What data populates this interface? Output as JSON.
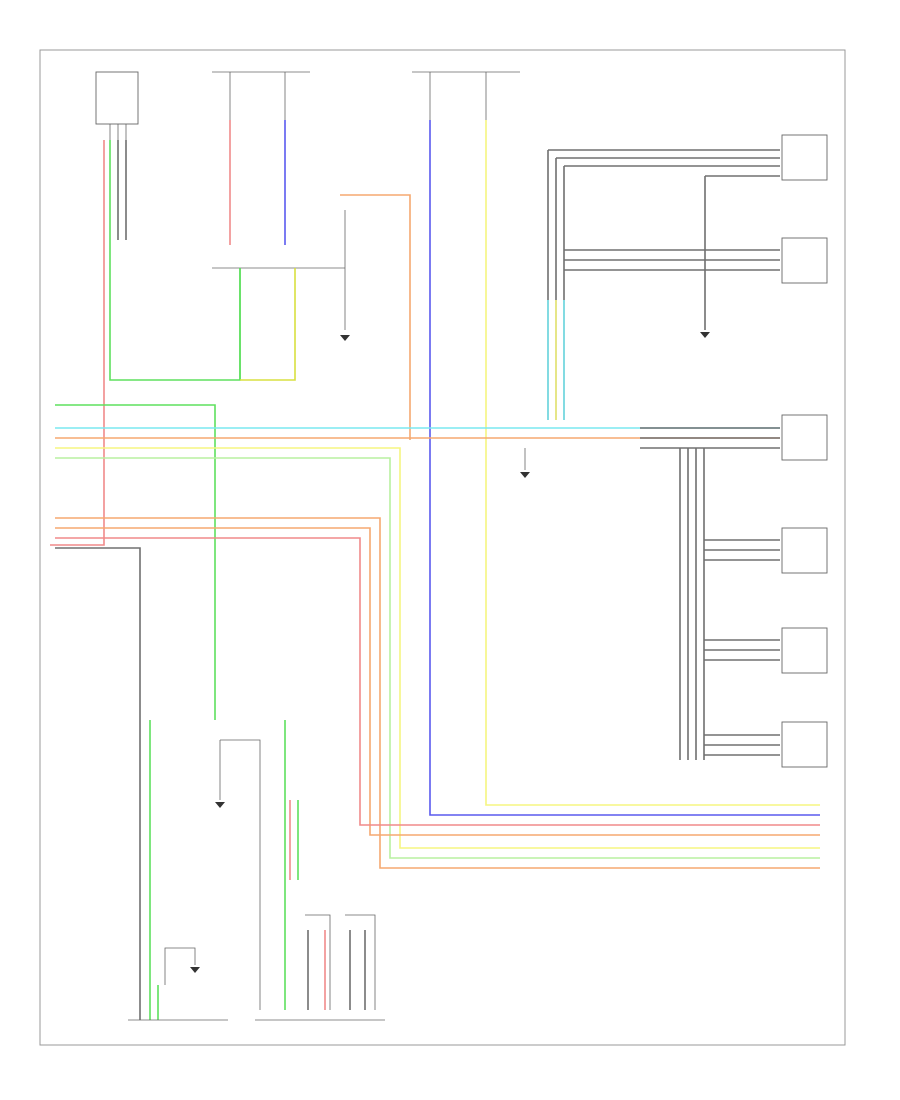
{
  "colors": {
    "green": "#5ee05e",
    "pink": "#f08a8a",
    "blue": "#5a5aee",
    "yellow": "#f5f580",
    "orange": "#f5a870",
    "cyan": "#7ae8f0",
    "lightgreen": "#b8f0a0",
    "gray": "#707070",
    "black": "#333333"
  },
  "components": [
    {
      "id": "switch-top-left",
      "name": "switch-top-left",
      "label": ""
    },
    {
      "id": "right-module-1",
      "name": "right-module-1",
      "label": ""
    },
    {
      "id": "right-module-2",
      "name": "right-module-2",
      "label": ""
    },
    {
      "id": "right-module-3",
      "name": "right-module-3",
      "label": ""
    },
    {
      "id": "right-module-4",
      "name": "right-module-4",
      "label": ""
    },
    {
      "id": "right-module-5",
      "name": "right-module-5",
      "label": ""
    },
    {
      "id": "right-module-6",
      "name": "right-module-6",
      "label": ""
    }
  ],
  "notes": [
    "",
    "",
    ""
  ]
}
